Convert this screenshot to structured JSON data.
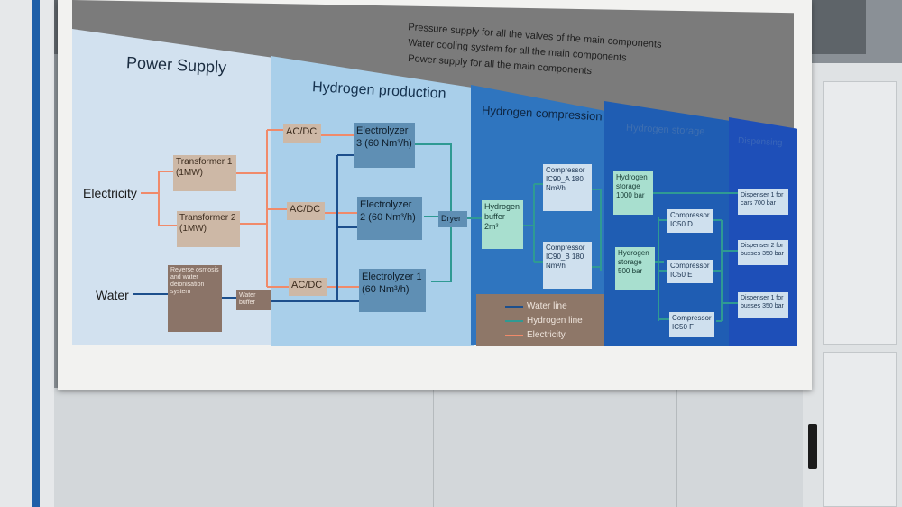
{
  "header": {
    "lines": [
      "Pressure supply for all the valves of the main components",
      "Water cooling system for all the main components",
      "Power supply for all the main components"
    ]
  },
  "sections": {
    "power_supply": "Power Supply",
    "hydrogen_production": "Hydrogen production",
    "hydrogen_compression": "Hydrogen compression",
    "hydrogen_storage": "Hydrogen storage",
    "dispensing": "Dispensing"
  },
  "inputs": {
    "electricity": "Electricity",
    "water": "Water"
  },
  "nodes": {
    "transformer_1": "Transformer 1 (1MW)",
    "transformer_2": "Transformer 2 (1MW)",
    "reverse_osmosis": "Reverse osmosis and water deionisation system",
    "water_buffer": "Water buffer",
    "acdc_top": "AC/DC",
    "acdc_mid": "AC/DC",
    "acdc_bot": "AC/DC",
    "electrolyzer_3": "Electrolyzer 3 (60 Nm³/h)",
    "electrolyzer_2": "Electrolyzer 2 (60 Nm³/h)",
    "electrolyzer_1": "Electrolyzer 1 (60 Nm³/h)",
    "dryer": "Dryer",
    "hydrogen_buffer": "Hydrogen buffer 2m³",
    "compressor_ic90a": "Compressor IC90_A 180 Nm³/h",
    "compressor_ic90b": "Compressor IC90_B 180 Nm³/h",
    "storage_1000": "Hydrogen storage 1000 bar",
    "storage_500": "Hydrogen storage 500 bar",
    "compressor_ic50d": "Compressor IC50 D",
    "compressor_ic50e": "Compressor IC50 E",
    "compressor_ic50f": "Compressor IC50 F",
    "dispenser_cars": "Dispenser 1 for cars 700 bar",
    "dispenser_busses_2": "Dispenser 2 for busses 350 bar",
    "dispenser_busses_1": "Dispenser 1 for busses 350 bar"
  },
  "legend": {
    "water": "Water line",
    "hydrogen": "Hydrogen line",
    "electricity": "Electricity"
  },
  "colors": {
    "electricity_line": "#f08a6a",
    "water_line": "#1d4f8c",
    "hydrogen_line": "#2f9a93",
    "power_panel": "#d2e1ef",
    "production_panel": "#a9cfea",
    "compression_panel": "#2f75bf",
    "storage_panel": "#1f5db3",
    "dispensing_panel": "#1e4fb8"
  }
}
